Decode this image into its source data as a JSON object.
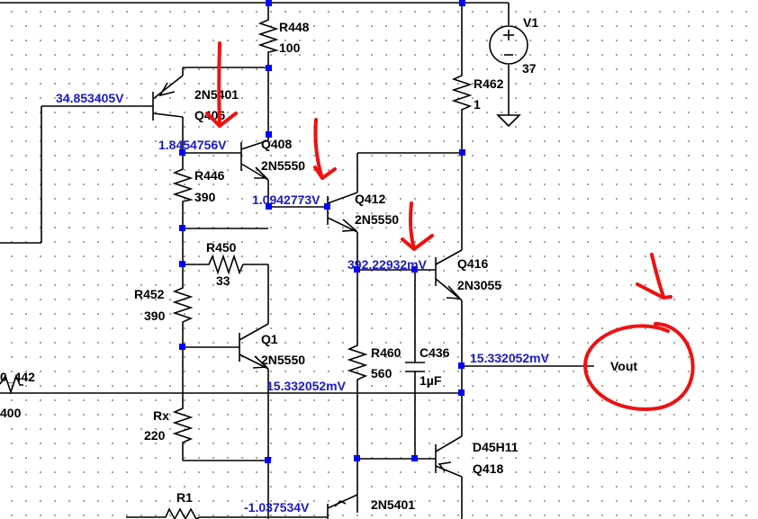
{
  "colors": {
    "wire": "#000000",
    "node": "#0000ff",
    "voltage_label": "#1a1acc",
    "annotation": "#ee1111",
    "grid_dot": "#8a8a8a"
  },
  "resistors": {
    "r448": {
      "name": "R448",
      "value": "100"
    },
    "r462": {
      "name": "R462",
      "value": "1"
    },
    "r446": {
      "name": "R446",
      "value": "390"
    },
    "r450": {
      "name": "R450",
      "value": "33"
    },
    "r452": {
      "name": "R452",
      "value": "390"
    },
    "r460": {
      "name": "R460",
      "value": "560"
    },
    "rx": {
      "name": "Rx",
      "value": "220"
    },
    "r1": {
      "name": "R1"
    },
    "r442_partial": {
      "name": "0_442",
      "value": "400"
    }
  },
  "sources": {
    "v1": {
      "name": "V1",
      "value": "37"
    }
  },
  "capacitors": {
    "c436": {
      "name": "C436",
      "value": "1µF"
    }
  },
  "transistors": {
    "q406": {
      "name": "Q406",
      "model": "2N5401"
    },
    "q408": {
      "name": "Q408",
      "model": "2N5550"
    },
    "q412": {
      "name": "Q412",
      "model": "2N5550"
    },
    "q416": {
      "name": "Q416",
      "model": "2N3055"
    },
    "q1": {
      "name": "Q1",
      "model": "2N5550"
    },
    "q418": {
      "name": "Q418",
      "model": "D45H11"
    },
    "q_bottom": {
      "model": "2N5401"
    }
  },
  "node_voltages": {
    "v_input": "34.853405V",
    "v_q406_collector": "1.8454756V",
    "v_q412_base": "1.0942773V",
    "v_q416_base": "392.22932mV",
    "v_output": "15.332052mV",
    "v_q1_emitter": "15.332052mV",
    "v_bottom": "-1.037534V"
  },
  "net_labels": {
    "vout": "Vout"
  },
  "annotations": [
    {
      "shape": "arrow-icon",
      "target": "q406_collector"
    },
    {
      "shape": "arrow-icon",
      "target": "q412_base"
    },
    {
      "shape": "arrow-icon",
      "target": "q416_base"
    },
    {
      "shape": "arrow-icon",
      "target": "vout"
    },
    {
      "shape": "circle-icon",
      "target": "vout"
    }
  ]
}
